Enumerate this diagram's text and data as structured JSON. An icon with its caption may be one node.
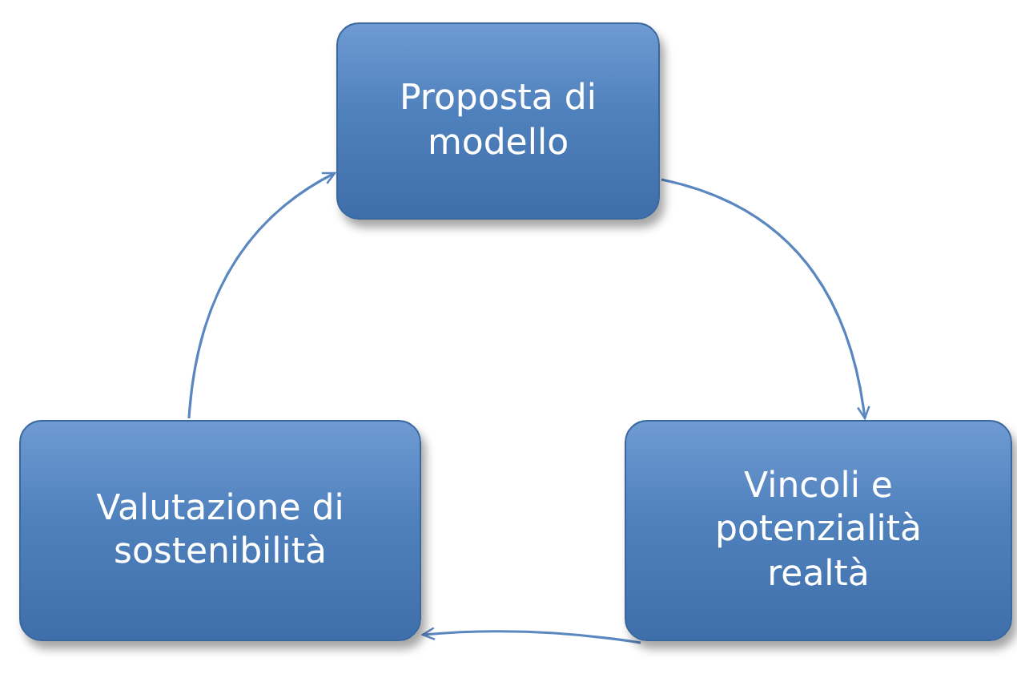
{
  "diagram": {
    "nodes": [
      {
        "text": [
          "Proposta di modello"
        ]
      },
      {
        "text": [
          "Vincoli e potenzialità realtà"
        ]
      },
      {
        "text": [
          "Valutazione di sostenibilità"
        ]
      }
    ],
    "edges": [
      {
        "from": 0,
        "to": 1,
        "arrow": "to"
      },
      {
        "from": 1,
        "to": 2,
        "arrow": "to"
      },
      {
        "from": 2,
        "to": 0,
        "arrow": "to"
      }
    ]
  }
}
